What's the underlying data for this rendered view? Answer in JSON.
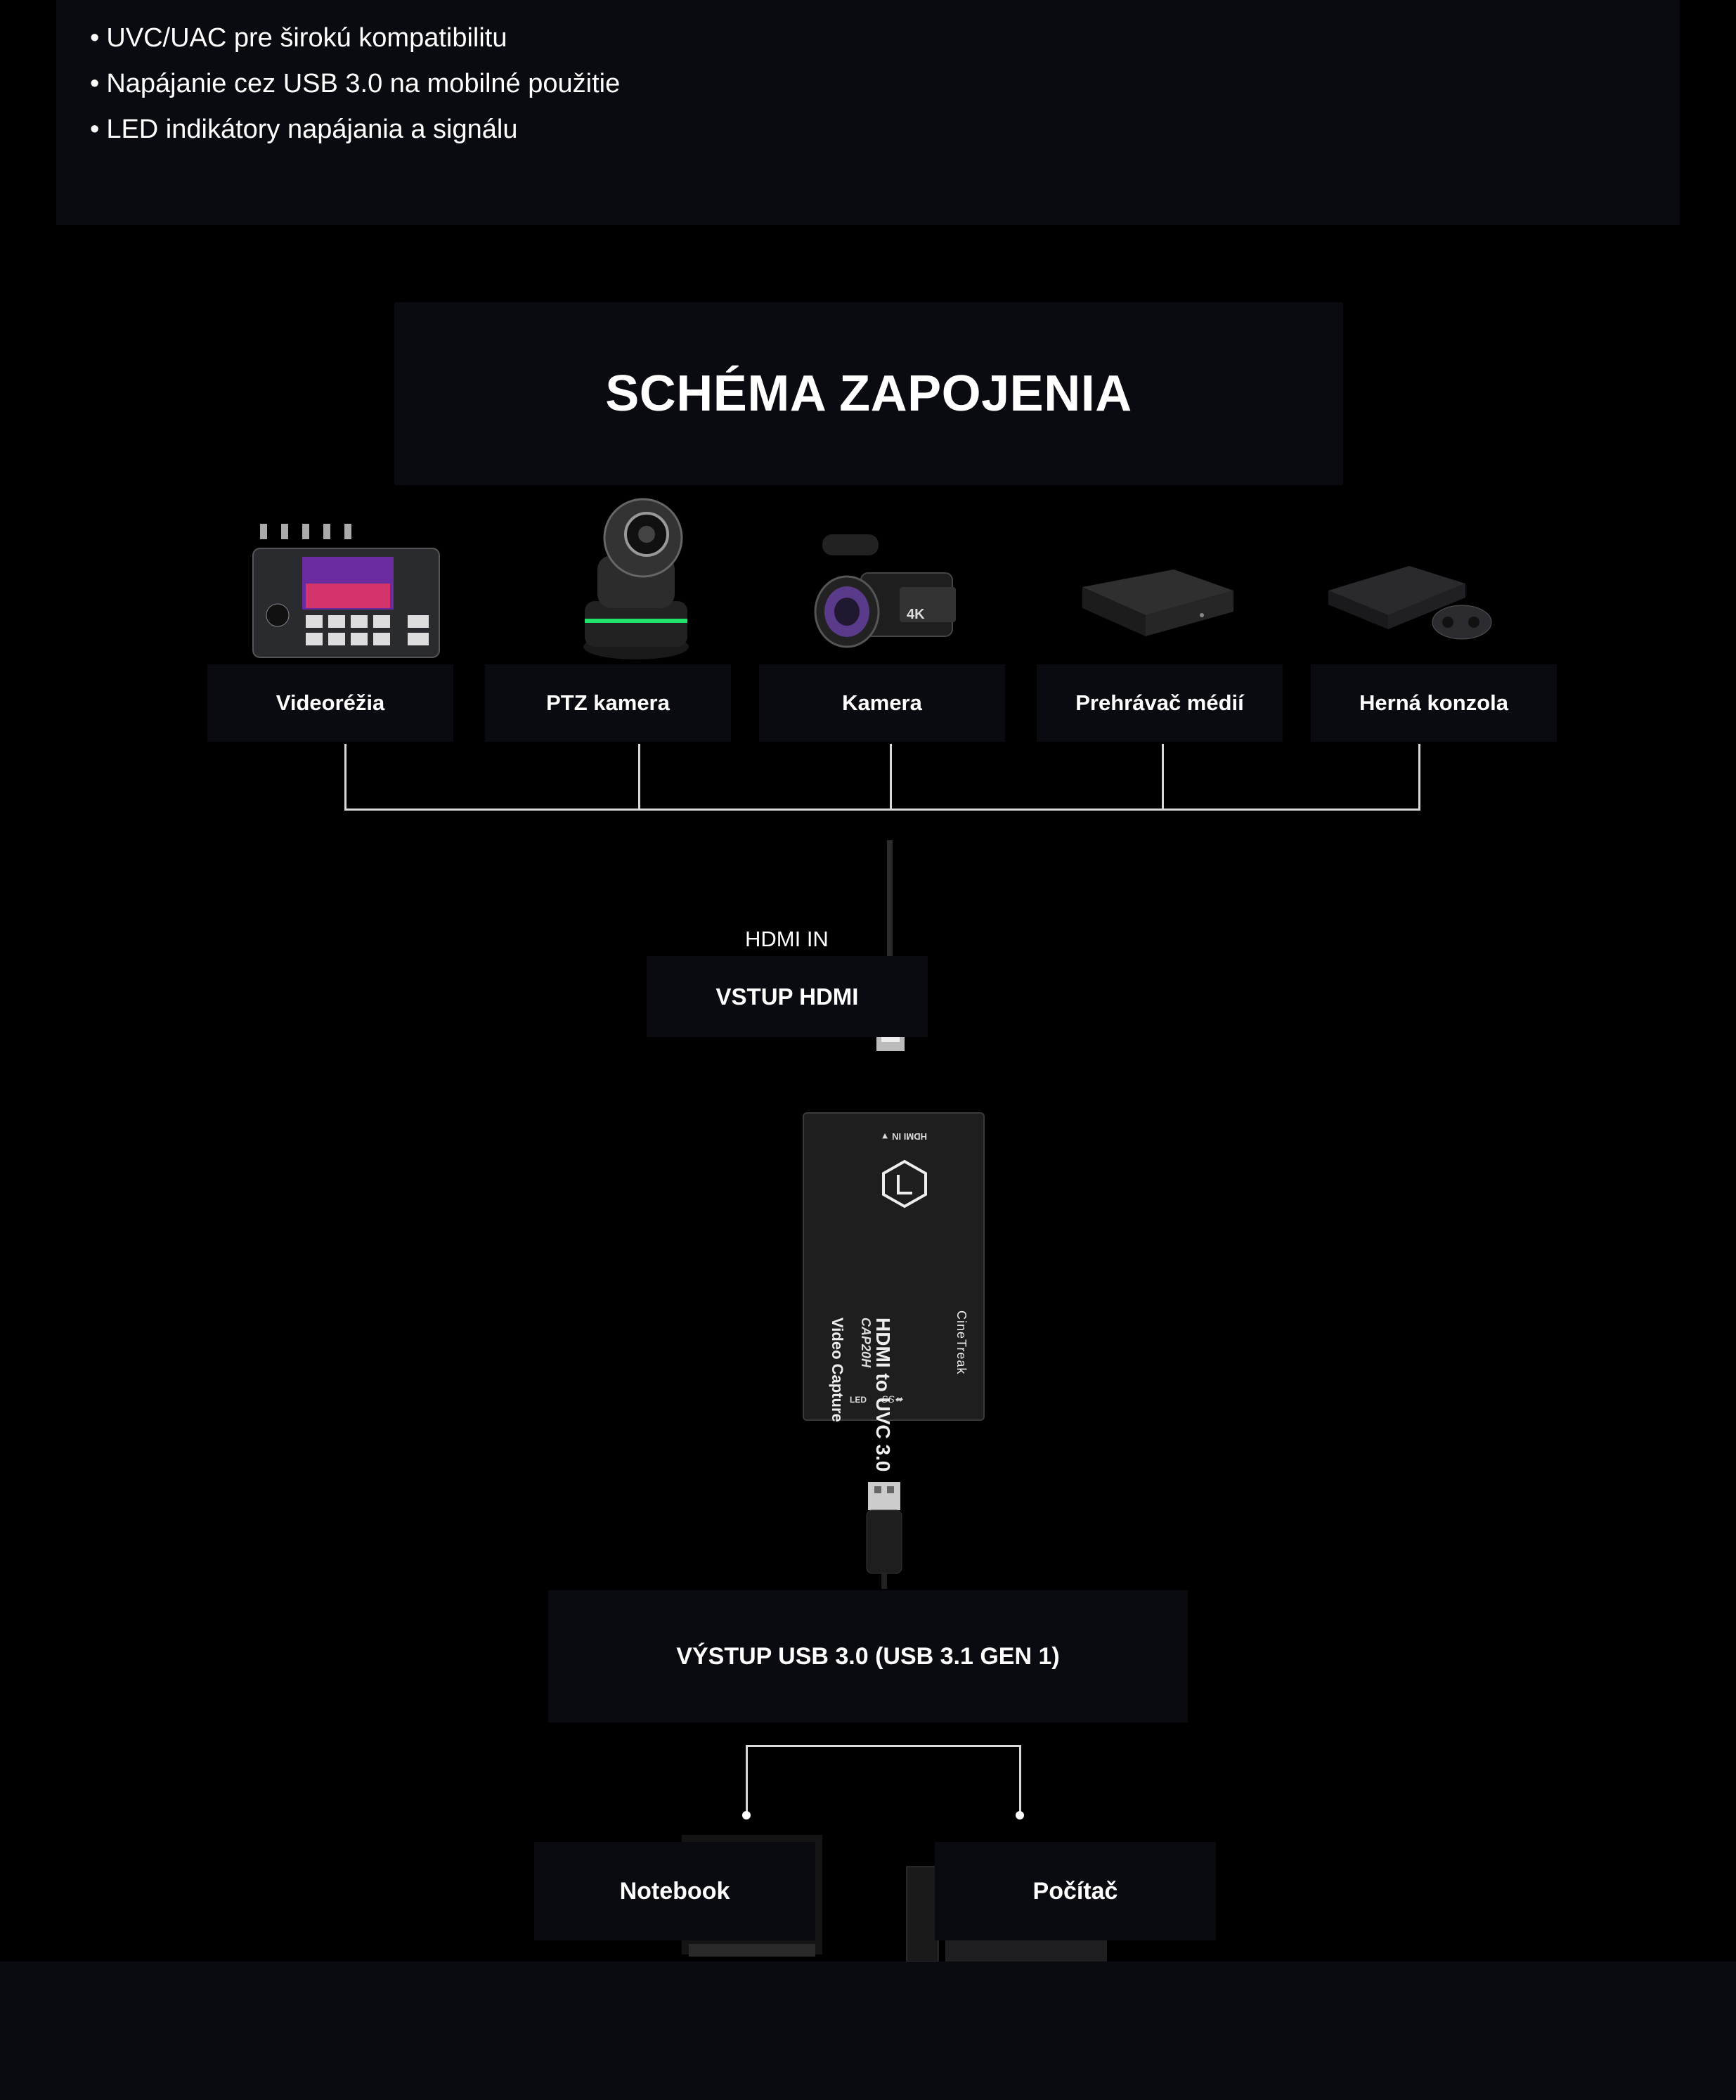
{
  "features": [
    "UVC/UAC pre širokú kompatibilitu",
    "Napájanie cez USB 3.0 na mobilné použitie",
    "LED indikátory napájania a signálu"
  ],
  "title": "SCHÉMA ZAPOJENIA",
  "devices": [
    {
      "label": "Videoréžia",
      "icon": "video-mixer-icon"
    },
    {
      "label": "PTZ kamera",
      "icon": "ptz-camera-icon"
    },
    {
      "label": "Kamera",
      "icon": "camcorder-icon"
    },
    {
      "label": "Prehrávač médií",
      "icon": "media-player-icon"
    },
    {
      "label": "Herná konzola",
      "icon": "game-console-icon"
    }
  ],
  "hdmi_in_text": "HDMI IN",
  "hdmi_input_label": "VSTUP HDMI",
  "capture_device": {
    "port_text": "HDMI IN ▼",
    "model_text": "HDMI to UVC 3.0",
    "code_text": "CAP20H",
    "caption_text": "Video Capture",
    "brand_text": "CineTreak",
    "led_text": "LED",
    "usb_text": "SS⬌"
  },
  "usb_output_label": "VÝSTUP USB 3.0 (USB 3.1 GEN 1)",
  "outputs": [
    {
      "label": "Notebook",
      "icon": "laptop-icon"
    },
    {
      "label": "Počítač",
      "icon": "desktop-pc-icon"
    }
  ],
  "colors": {
    "background": "#000000",
    "panel": "#0a0b10",
    "accent_green": "#22e36a"
  }
}
